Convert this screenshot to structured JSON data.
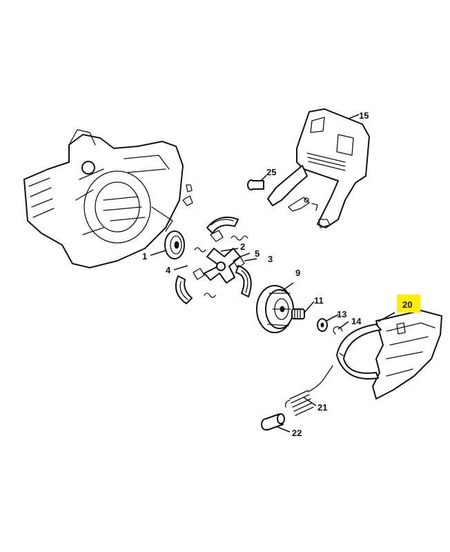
{
  "callouts": {
    "c1": "1",
    "c2": "2",
    "c3": "3",
    "c4": "4",
    "c5": "5",
    "c9": "9",
    "c11": "11",
    "c13": "13",
    "c14": "14",
    "c15": "15",
    "c20": "20",
    "c21": "21",
    "c22": "22",
    "c25": "25"
  },
  "highlight": {
    "part": "20",
    "color": "#ffee00"
  }
}
